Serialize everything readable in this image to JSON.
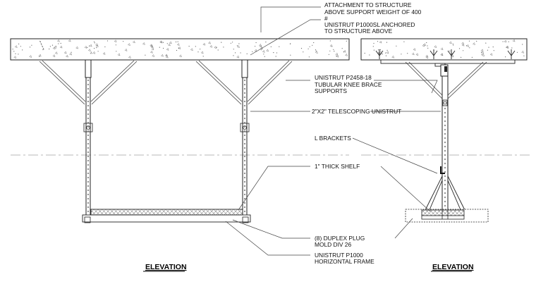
{
  "annotations": {
    "attachment": [
      "ATTACHMENT TO STRUCTURE",
      "ABOVE SUPPORT WEIGHT OF 400",
      "#",
      "UNISTRUT P1000SL ANCHORED",
      "TO STRUCTURE ABOVE"
    ],
    "knee_brace": [
      "UNISTRUT P2458-18",
      "TUBULAR KNEE BRACE",
      "SUPPORTS"
    ],
    "telescoping": "2\"X2\" TELESCOPING UNISTRUT",
    "brackets": "L BRACKETS",
    "shelf": "1\" THICK SHELF",
    "plug": [
      "(8) DUPLEX PLUG",
      "MOLD DIV 26"
    ],
    "frame": [
      "UNISTRUT P1000",
      "HORIZONTAL FRAME"
    ]
  },
  "titles": {
    "left": "ELEVATION",
    "right": "ELEVATION"
  },
  "colors": {
    "line": "#222222",
    "shelf_hatch": "#555555",
    "centerline": "#777777"
  }
}
